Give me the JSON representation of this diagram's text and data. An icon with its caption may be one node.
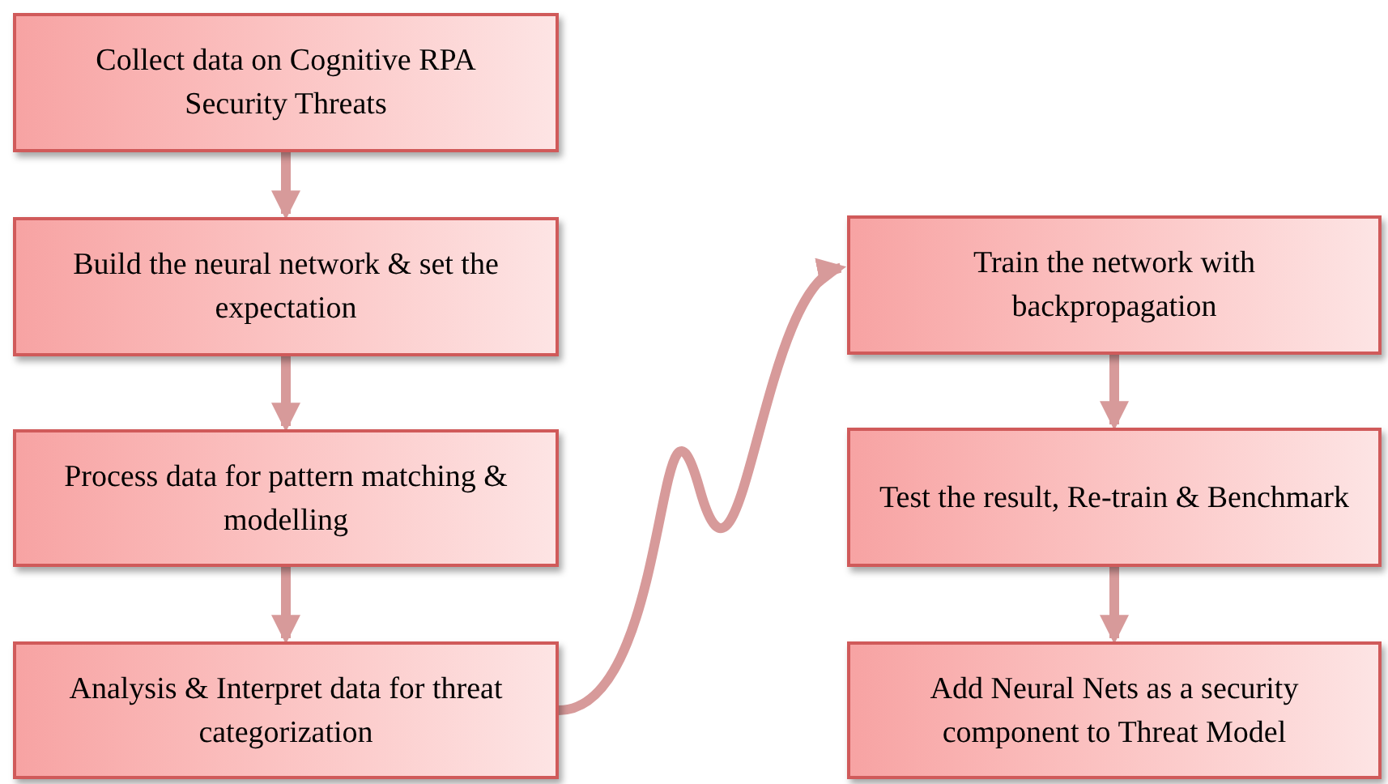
{
  "diagram": {
    "nodes": [
      {
        "text": [
          "Collect data on Cognitive RPA Security Threats"
        ]
      },
      {
        "text": [
          "Build the neural network & set the expectation"
        ]
      },
      {
        "text": [
          "Process data for pattern matching & modelling"
        ]
      },
      {
        "text": [
          "Analysis & Interpret data for threat categorization"
        ]
      },
      {
        "text": [
          "Train the network with backpropagation"
        ]
      },
      {
        "text": [
          "Test the result, Re-train & Benchmark"
        ]
      },
      {
        "text": [
          "Add Neural Nets as a security component to Threat Model"
        ]
      }
    ],
    "edges": [
      {
        "from": 0,
        "to": 1,
        "arrow": "to"
      },
      {
        "from": 1,
        "to": 2,
        "arrow": "to"
      },
      {
        "from": 2,
        "to": 3,
        "arrow": "to"
      },
      {
        "from": 3,
        "to": 4,
        "arrow": "to"
      },
      {
        "from": 4,
        "to": 5,
        "arrow": "to"
      },
      {
        "from": 5,
        "to": 6,
        "arrow": "to"
      }
    ]
  }
}
